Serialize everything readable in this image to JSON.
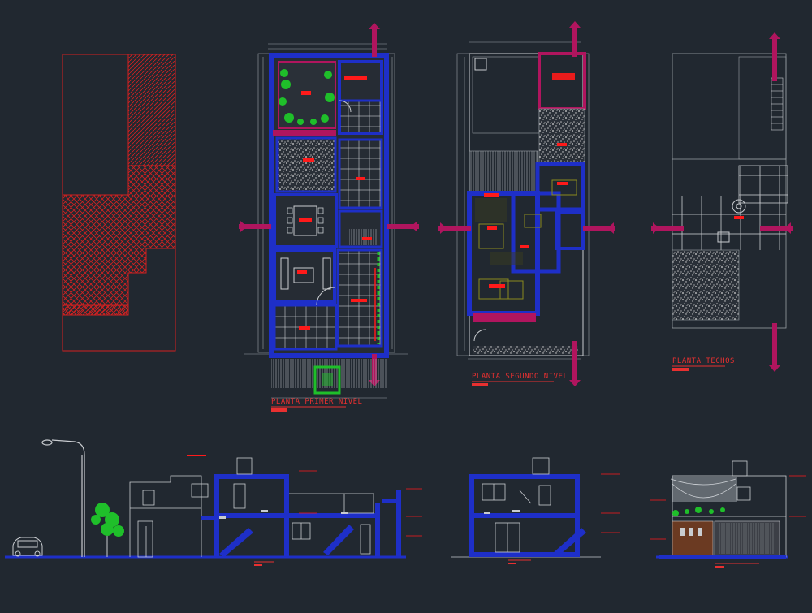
{
  "sheet": {
    "background": "#212830",
    "labels": {
      "plan1": "PLANTA PRIMER NIVEL",
      "plan2": "PLANTA SEGUNDO NIVEL",
      "roof": "PLANTA TECHOS"
    }
  },
  "colors": {
    "wall": "#1e2fc8",
    "linework": "#9aa0a6",
    "accent_red": "#ff1a1a",
    "section_marker": "#b0155e",
    "site_red": "#d42020",
    "vegetation": "#1fbf2a",
    "furniture": "#8a8a1e",
    "title_text": "#e83030"
  },
  "icons": [
    "section-marker-icon",
    "car-icon",
    "street-lamp-icon",
    "tree-icon",
    "water-tank-icon"
  ]
}
